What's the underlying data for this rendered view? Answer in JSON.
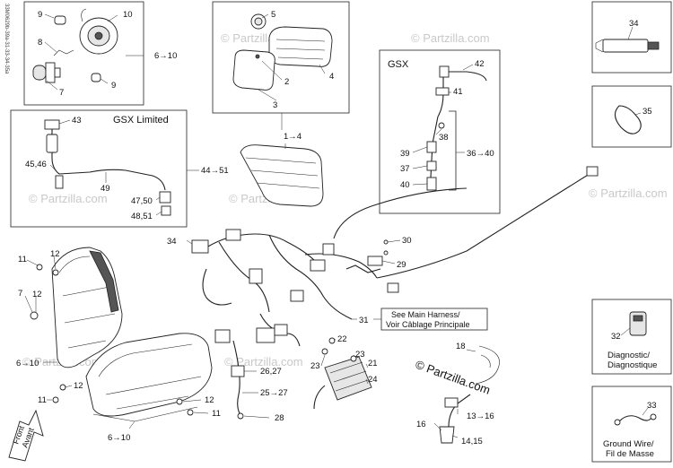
{
  "side_code": "33M0629b-39a-31-33-34-35a",
  "watermark": "© Partzilla.com",
  "watermark_dark": "© Partzilla.com",
  "boxes": {
    "gsx_limited_title": "GSX Limited",
    "gsx_title": "GSX"
  },
  "labels": {
    "l10": "10",
    "l9": "9",
    "l8": "8",
    "l7": "7",
    "l9b": "9",
    "l6to10_top": "6→10",
    "l5": "5",
    "l4": "4",
    "l2": "2",
    "l3": "3",
    "l1to4": "1→4",
    "l42": "42",
    "l41": "41",
    "l38": "38",
    "l39": "39",
    "l37": "37",
    "l40": "40",
    "l36to40": "36→40",
    "l43": "43",
    "l45_46": "45,46",
    "l49": "49",
    "l47_50": "47,50",
    "l48_51": "48,51",
    "l44to51": "44→51",
    "l34": "34",
    "l35": "34",
    "l35b": "35",
    "l30": "30",
    "l29": "29",
    "l31": "31",
    "l11a": "11",
    "l12a": "12",
    "l7b": "7",
    "l12b": "12",
    "l6to10_left": "6→10",
    "l11b": "11",
    "l12c": "12",
    "l11c": "11",
    "l6to10_bot": "6→10",
    "l26_27": "26,27",
    "l25to27": "25→27",
    "l28": "28",
    "l22": "22",
    "l23a": "23",
    "l23b": "23",
    "l21": "21",
    "l24": "24",
    "l18": "18",
    "l13to16": "13→16",
    "l16": "16",
    "l14_15": "14,15",
    "l32": "32",
    "l33": "33"
  },
  "notes": {
    "main_harness_en": "See Main Harness/",
    "main_harness_fr": "Voir Câblage Principale",
    "diagnostic_en": "Diagnostic/",
    "diagnostic_fr": "Diagnostique",
    "ground_en": "Ground Wire/",
    "ground_fr": "Fil de Masse",
    "front_en": "Front",
    "front_fr": "Avant"
  }
}
